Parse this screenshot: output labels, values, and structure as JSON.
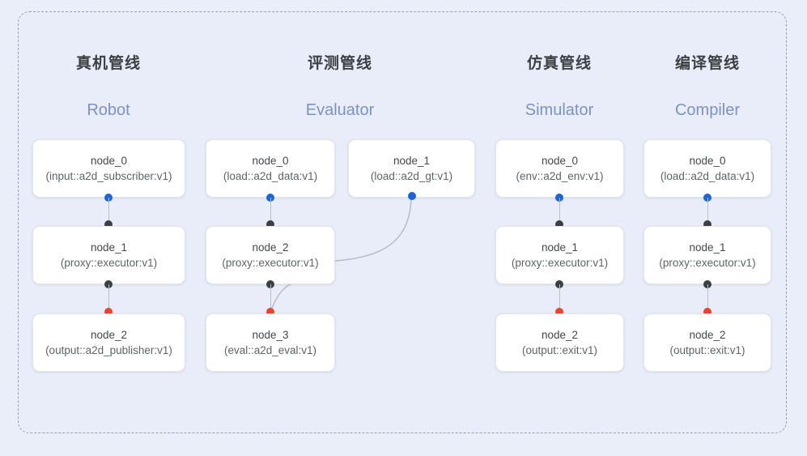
{
  "diagram": {
    "background_color": "#eaeef8",
    "frame_color": "#9aa0ab",
    "accent_blue": "#1a64dc",
    "accent_red": "#e8452c",
    "accent_dark": "#3c4043",
    "header_en_color": "#7b91c9"
  },
  "columns": [
    {
      "id": "robot",
      "title_cn": "真机管线",
      "title_en": "Robot",
      "nodes": [
        {
          "name": "node_0",
          "spec": "(input::a2d_subscriber:v1)"
        },
        {
          "name": "node_1",
          "spec": "(proxy::executor:v1)"
        },
        {
          "name": "node_2",
          "spec": "(output::a2d_publisher:v1)"
        }
      ]
    },
    {
      "id": "evaluator",
      "title_cn": "评测管线",
      "title_en": "Evaluator",
      "nodes": [
        {
          "name": "node_0",
          "spec": "(load::a2d_data:v1)"
        },
        {
          "name": "node_1",
          "spec": "(load::a2d_gt:v1)"
        },
        {
          "name": "node_2",
          "spec": "(proxy::executor:v1)"
        },
        {
          "name": "node_3",
          "spec": "(eval::a2d_eval:v1)"
        }
      ]
    },
    {
      "id": "simulator",
      "title_cn": "仿真管线",
      "title_en": "Simulator",
      "nodes": [
        {
          "name": "node_0",
          "spec": "(env::a2d_env:v1)"
        },
        {
          "name": "node_1",
          "spec": "(proxy::executor:v1)"
        },
        {
          "name": "node_2",
          "spec": "(output::exit:v1)"
        }
      ]
    },
    {
      "id": "compiler",
      "title_cn": "编译管线",
      "title_en": "Compiler",
      "nodes": [
        {
          "name": "node_0",
          "spec": "(load::a2d_data:v1)"
        },
        {
          "name": "node_1",
          "spec": "(proxy::executor:v1)"
        },
        {
          "name": "node_2",
          "spec": "(output::exit:v1)"
        }
      ]
    }
  ]
}
